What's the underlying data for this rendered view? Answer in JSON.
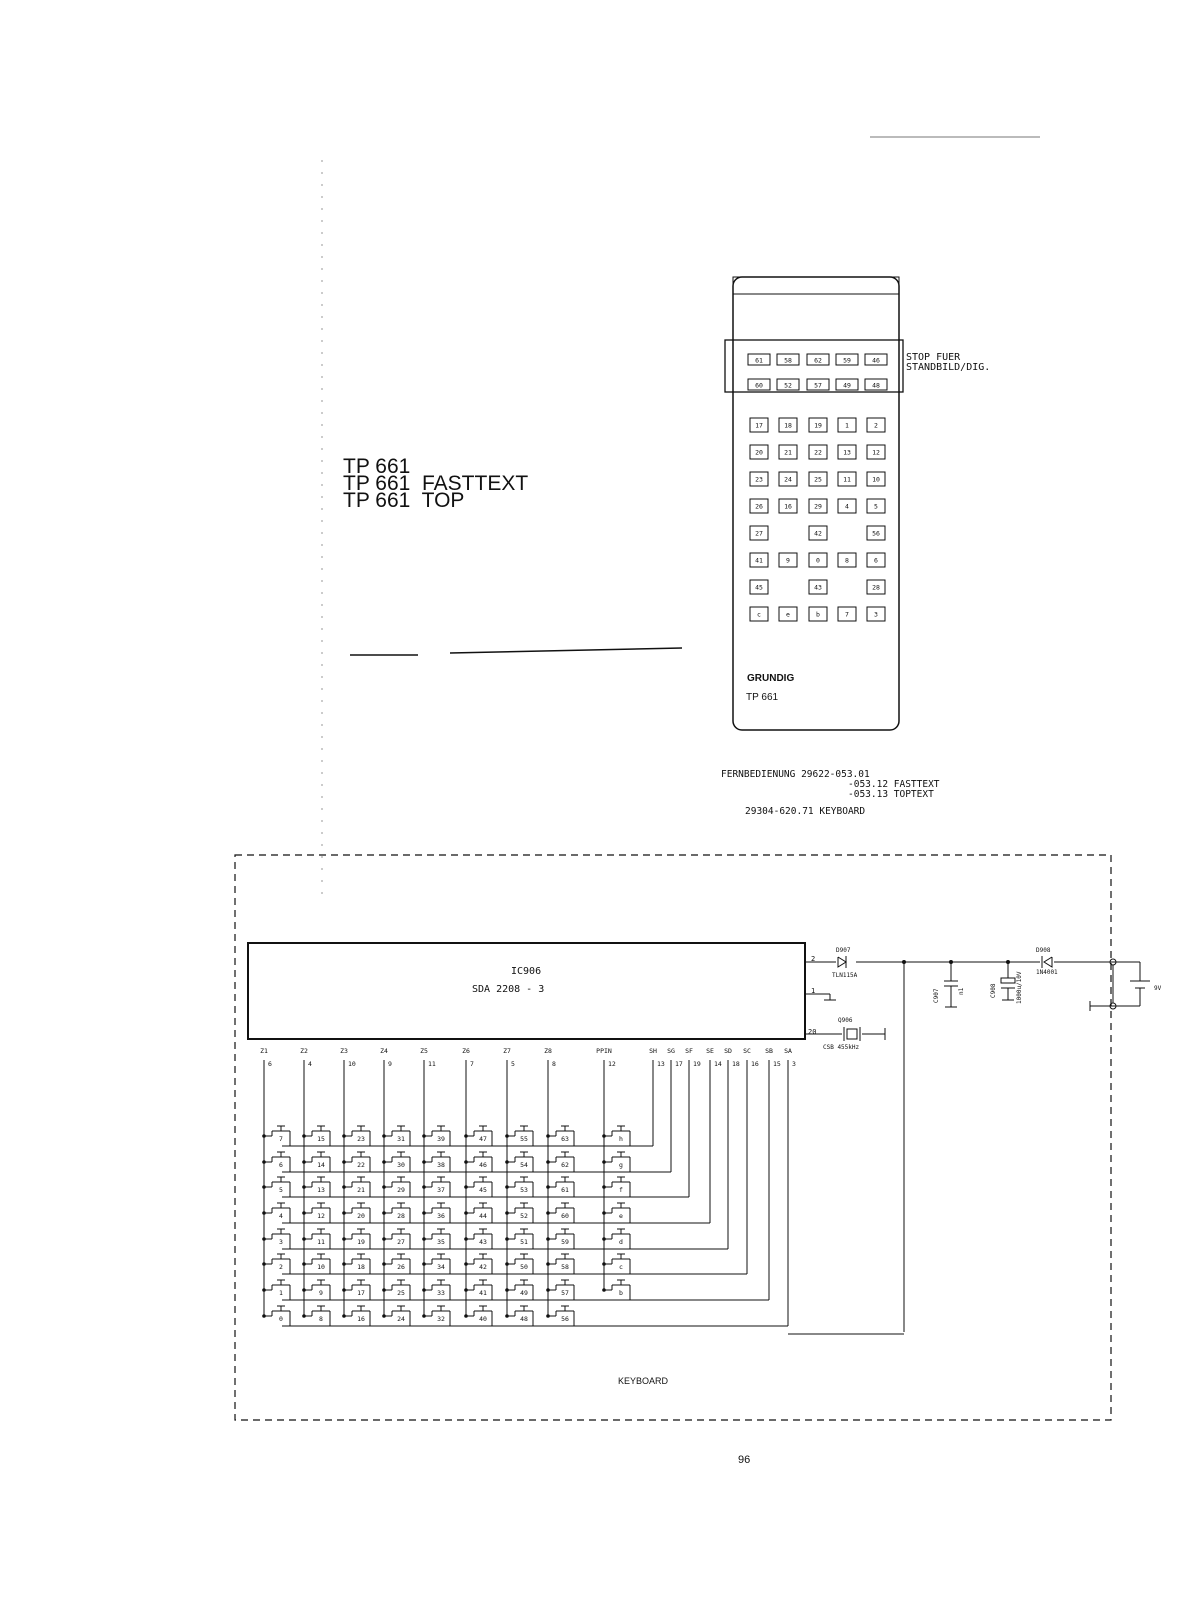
{
  "model_titles": [
    "TP 661",
    "TP 661  FASTTEXT",
    "TP 661  TOP"
  ],
  "remote": {
    "keys_top": [
      [
        "61",
        "58",
        "62",
        "59",
        "46"
      ],
      [
        "60",
        "52",
        "57",
        "49",
        "48"
      ]
    ],
    "keys_main": [
      [
        "17",
        "18",
        "19",
        "1",
        "2"
      ],
      [
        "20",
        "21",
        "22",
        "13",
        "12"
      ],
      [
        "23",
        "24",
        "25",
        "11",
        "10"
      ],
      [
        "26",
        "16",
        "29",
        "4",
        "5"
      ],
      [
        "27",
        "",
        "42",
        "",
        "56"
      ],
      [
        "41",
        "9",
        "0",
        "8",
        "6"
      ],
      [
        "45",
        "",
        "43",
        "",
        "28"
      ],
      [
        "c",
        "e",
        "b",
        "7",
        "3"
      ]
    ],
    "stop_note": [
      "STOP FUER",
      "STANDBILD/DIG."
    ],
    "brand": "GRUNDIG",
    "model": "TP 661"
  },
  "captions": {
    "fernbedienung": [
      "FERNBEDIENUNG 29622-053.01",
      "-053.12 FASTTEXT",
      "-053.13 TOPTEXT"
    ],
    "keyboard_part": "29304-620.71 KEYBOARD"
  },
  "schematic": {
    "ic_ref": "IC906",
    "ic_type": "SDA 2208 - 3",
    "pin_labels": [
      "Z1",
      "Z2",
      "Z3",
      "Z4",
      "Z5",
      "Z6",
      "Z7",
      "Z8",
      "PPIN",
      "SH",
      "SG",
      "SF",
      "SE",
      "SD",
      "SC",
      "SB",
      "SA"
    ],
    "pin_numbers": [
      "6",
      "4",
      "10",
      "9",
      "11",
      "7",
      "5",
      "8",
      "12",
      "13",
      "17",
      "19",
      "14",
      "18",
      "16",
      "15",
      "3"
    ],
    "right_pins": [
      "2",
      "1",
      "20"
    ],
    "key_numbers": [
      [
        "7",
        "15",
        "23",
        "31",
        "39",
        "47",
        "55",
        "63",
        "h"
      ],
      [
        "6",
        "14",
        "22",
        "30",
        "38",
        "46",
        "54",
        "62",
        "g"
      ],
      [
        "5",
        "13",
        "21",
        "29",
        "37",
        "45",
        "53",
        "61",
        "f"
      ],
      [
        "4",
        "12",
        "20",
        "28",
        "36",
        "44",
        "52",
        "60",
        "e"
      ],
      [
        "3",
        "11",
        "19",
        "27",
        "35",
        "43",
        "51",
        "59",
        "d"
      ],
      [
        "2",
        "10",
        "18",
        "26",
        "34",
        "42",
        "50",
        "58",
        "c"
      ],
      [
        "1",
        "9",
        "17",
        "25",
        "33",
        "41",
        "49",
        "57",
        "b"
      ],
      [
        "0",
        "8",
        "16",
        "24",
        "32",
        "40",
        "48",
        "56",
        ""
      ]
    ],
    "components": {
      "d907": "D907",
      "d907_type": "TLN115A",
      "d908": "D908",
      "d908_type": "1N4001",
      "c907": "C907",
      "c907_val": "n1",
      "c908": "C908",
      "c908_val": "1000u/10V",
      "q906": "Q906",
      "q906_type": "CSB 455kHz",
      "battery": "9V"
    },
    "label": "KEYBOARD"
  },
  "page_number": "96"
}
